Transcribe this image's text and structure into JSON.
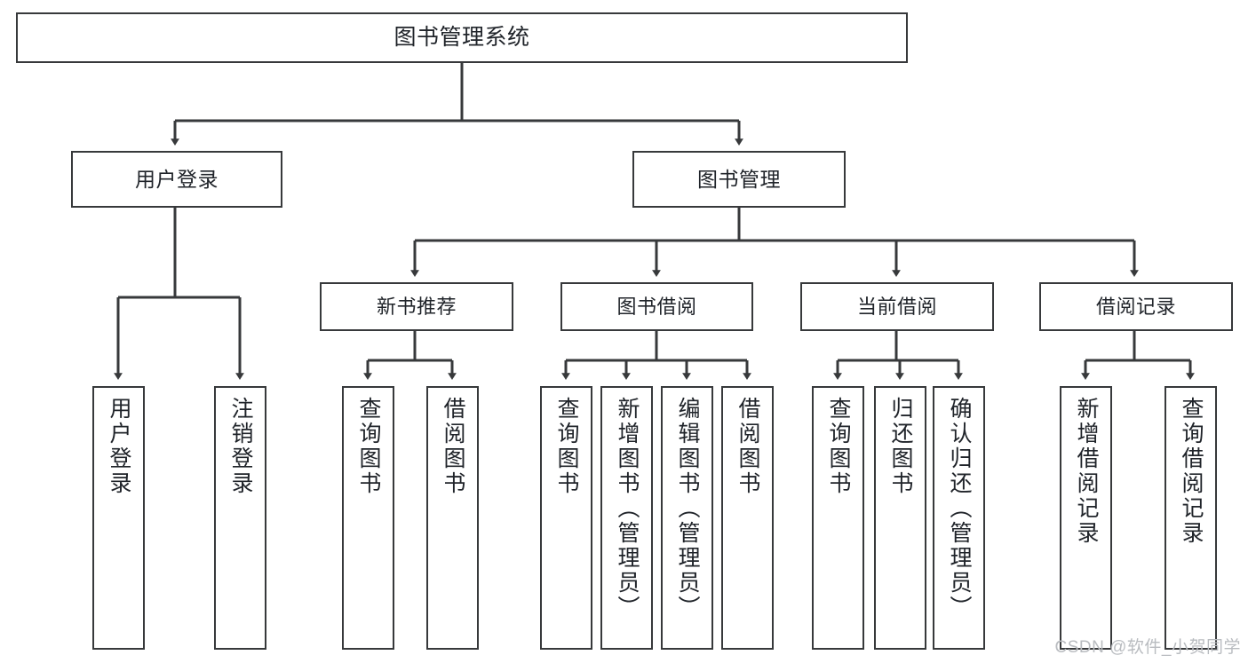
{
  "diagram": {
    "title": "图书管理系统",
    "line_color": "#37393b",
    "box_fill": "#ffffff",
    "text_color": "#20242a",
    "watermark": "CSDN @软件_小贺同学"
  },
  "nodes": {
    "root": {
      "label": "图书管理系统"
    },
    "level1": [
      {
        "label": "用户登录"
      },
      {
        "label": "图书管理"
      }
    ],
    "level2": [
      {
        "label": "新书推荐"
      },
      {
        "label": "图书借阅"
      },
      {
        "label": "当前借阅"
      },
      {
        "label": "借阅记录"
      }
    ],
    "leaves": {
      "user_login": [
        {
          "label": "用户登录"
        },
        {
          "label": "注销登录"
        }
      ],
      "new_book": [
        {
          "label": "查询图书"
        },
        {
          "label": "借阅图书"
        }
      ],
      "borrow": [
        {
          "label": "查询图书"
        },
        {
          "label": "新增图书（管理员）"
        },
        {
          "label": "编辑图书（管理员）"
        },
        {
          "label": "借阅图书"
        }
      ],
      "current": [
        {
          "label": "查询图书"
        },
        {
          "label": "归还图书"
        },
        {
          "label": "确认归还（管理员）"
        }
      ],
      "records": [
        {
          "label": "新增借阅记录"
        },
        {
          "label": "查询借阅记录"
        }
      ]
    }
  }
}
